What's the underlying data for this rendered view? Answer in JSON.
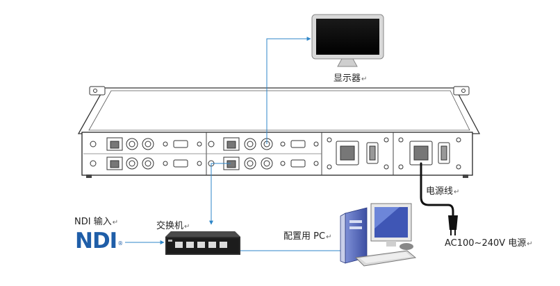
{
  "labels": {
    "monitor": "显示器",
    "power_cable": "电源线",
    "ndi_input": "NDI 输入",
    "switch": "交换机",
    "config_pc": "配置用 PC",
    "ac_power": "AC100~240V 电源"
  },
  "ndi_logo": {
    "text": "NDI",
    "mark": "®"
  },
  "return_mark": "↵",
  "colors": {
    "connection": "#2e86c8",
    "power_cable": "#111111",
    "ndi": "#1f5ea8"
  },
  "icons": [
    "monitor-icon",
    "rack-chassis",
    "network-switch-icon",
    "desktop-pc-icon",
    "power-plug-icon"
  ]
}
